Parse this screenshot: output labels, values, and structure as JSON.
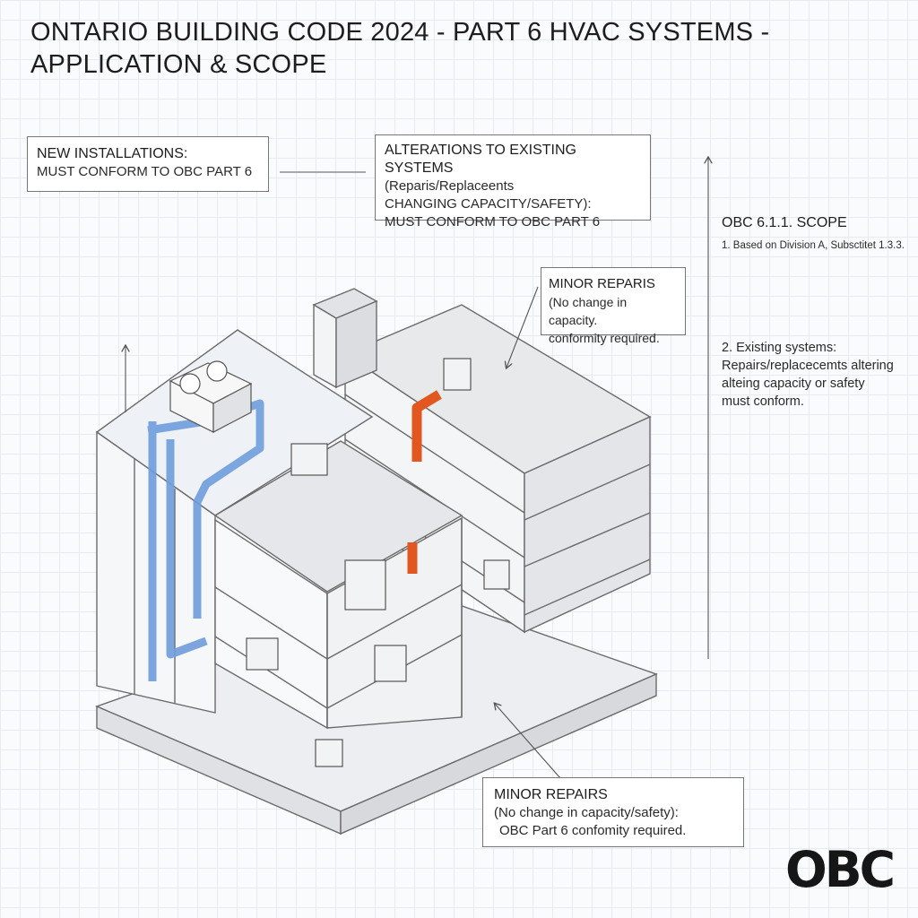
{
  "title": {
    "line1": "ONTARIO BUILDING CODE 2024 - PART 6 HVAC SYSTEMS -",
    "line2": "APPLICATION & SCOPE"
  },
  "callouts": {
    "new_installations": {
      "heading": "NEW INSTALLATIONS:",
      "line1": "MUST CONFORM TO OBC PART 6"
    },
    "alterations": {
      "heading": "ALTERATIONS TO EXISTING SYSTEMS",
      "line1": "(Reparis/Replaceents",
      "line2": "CHANGING CAPACITY/SAFETY):",
      "line3": "MUST CONFORM TO OBC PART 6"
    },
    "minor_repairs_top": {
      "heading": "MINOR REPARIS",
      "line1": "(No change in capacity.",
      "line2": "conformity required."
    },
    "minor_repairs_bottom": {
      "heading": "MINOR REPAIRS",
      "line1": "(No change in capacity/safety):",
      "line2": "OBC Part 6 confomity required."
    }
  },
  "scope": {
    "heading": "OBC 6.1.1. SCOPE",
    "item1": "1. Based on Division A, Subsctitet 1.3.3.",
    "item2_line1": "2. Existing systems:",
    "item2_line2": "Repairs/replacecemts altering",
    "item2_line3": "alteing capacity or safety",
    "item2_line4": "must conform."
  },
  "logo": {
    "text": "OBC"
  },
  "colors": {
    "duct_blue": "#6f9ddc",
    "duct_orange": "#e2561f",
    "line_gray": "#6b6b6b",
    "slab_fill": "#e9eaec"
  }
}
